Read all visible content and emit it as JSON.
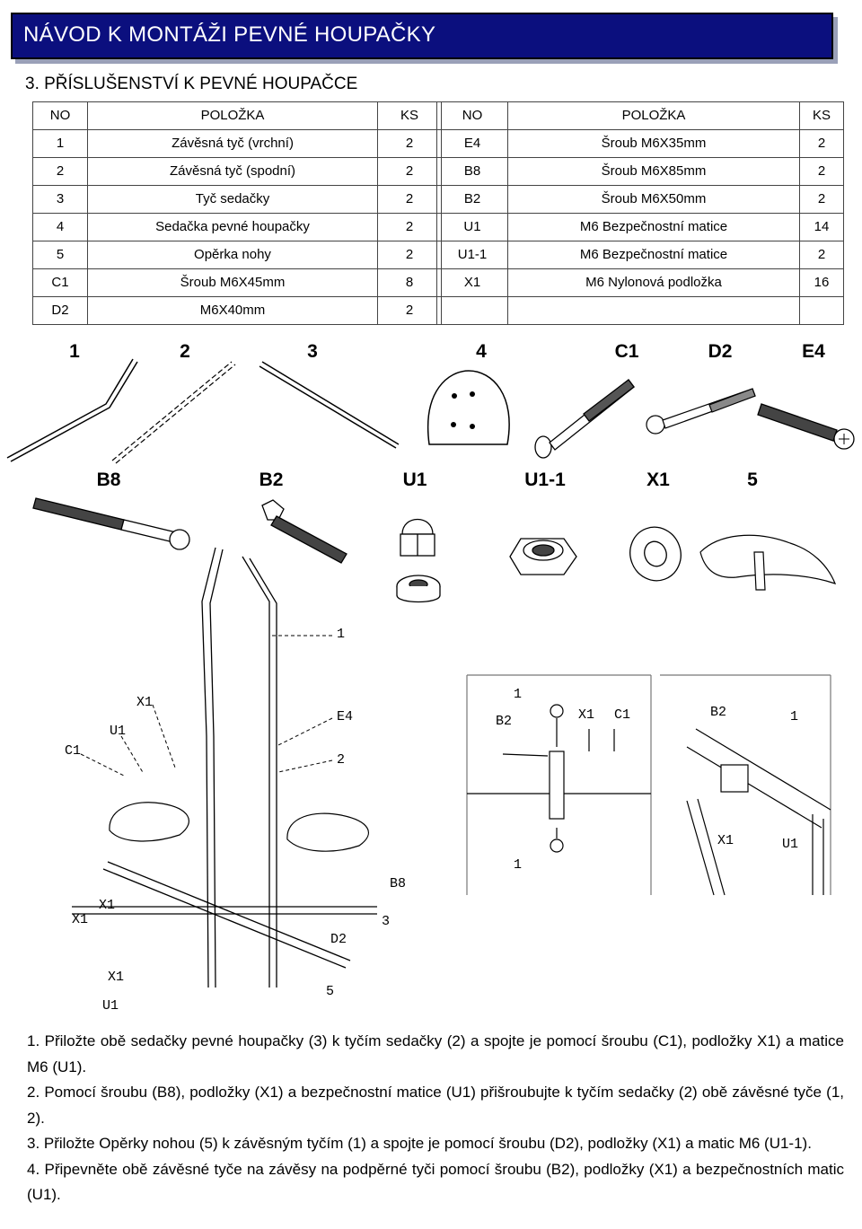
{
  "header": {
    "title": "NÁVOD K MONTÁŽI PEVNÉ HOUPAČKY"
  },
  "section": {
    "title": "3. PŘÍSLUŠENSTVÍ K PEVNÉ HOUPAČCE"
  },
  "table_left": {
    "headers": [
      "NO",
      "POLOŽKA",
      "KS"
    ],
    "rows": [
      [
        "1",
        "Závěsná tyč (vrchní)",
        "2"
      ],
      [
        "2",
        "Závěsná tyč (spodní)",
        "2"
      ],
      [
        "3",
        "Tyč sedačky",
        "2"
      ],
      [
        "4",
        "Sedačka pevné houpačky",
        "2"
      ],
      [
        "5",
        "Opěrka nohy",
        "2"
      ],
      [
        "C1",
        "Šroub M6X45mm",
        "8"
      ],
      [
        "D2",
        "M6X40mm",
        "2"
      ]
    ]
  },
  "table_right": {
    "headers": [
      "NO",
      "POLOŽKA",
      "KS"
    ],
    "rows": [
      [
        "E4",
        "Šroub M6X35mm",
        "2"
      ],
      [
        "B8",
        "Šroub M6X85mm",
        "2"
      ],
      [
        "B2",
        "Šroub M6X50mm",
        "2"
      ],
      [
        "U1",
        "M6 Bezpečnostní matice",
        "14"
      ],
      [
        "U1-1",
        "M6 Bezpečnostní matice",
        "2"
      ],
      [
        "X1",
        "M6 Nylonová podložka",
        "16"
      ],
      [
        "",
        "",
        ""
      ]
    ]
  },
  "parts_row1": [
    "1",
    "2",
    "3",
    "4",
    "C1",
    "D2",
    "E4"
  ],
  "parts_row2": [
    "B8",
    "B2",
    "U1",
    "U1-1",
    "X1",
    "5"
  ],
  "diagram_labels": {
    "left": [
      "X1",
      "U1",
      "C1",
      "E4",
      "1",
      "2",
      "B8",
      "X1",
      "X1",
      "3",
      "D2",
      "X1",
      "U1",
      "5"
    ],
    "center": [
      "1",
      "B2",
      "X1",
      "C1",
      "1"
    ],
    "right": [
      "B2",
      "1",
      "X1",
      "U1"
    ]
  },
  "instructions": [
    "1. Přiložte obě sedačky pevné houpačky (3) k tyčím sedačky (2) a spojte je pomocí šroubu (C1), podložky X1) a matice M6 (U1).",
    "2. Pomocí šroubu (B8), podložky (X1) a bezpečnostní matice (U1) přišroubujte k tyčím sedačky (2) obě závěsné tyče (1, 2).",
    "3. Přiložte Opěrky nohou (5) k závěsným tyčím (1) a spojte je pomocí šroubu (D2), podložky (X1) a matic M6 (U1-1).",
    "4. Připevněte obě závěsné tyče na závěsy na podpěrné tyči pomocí šroubu (B2), podložky (X1) a bezpečnostních matic (U1)."
  ]
}
